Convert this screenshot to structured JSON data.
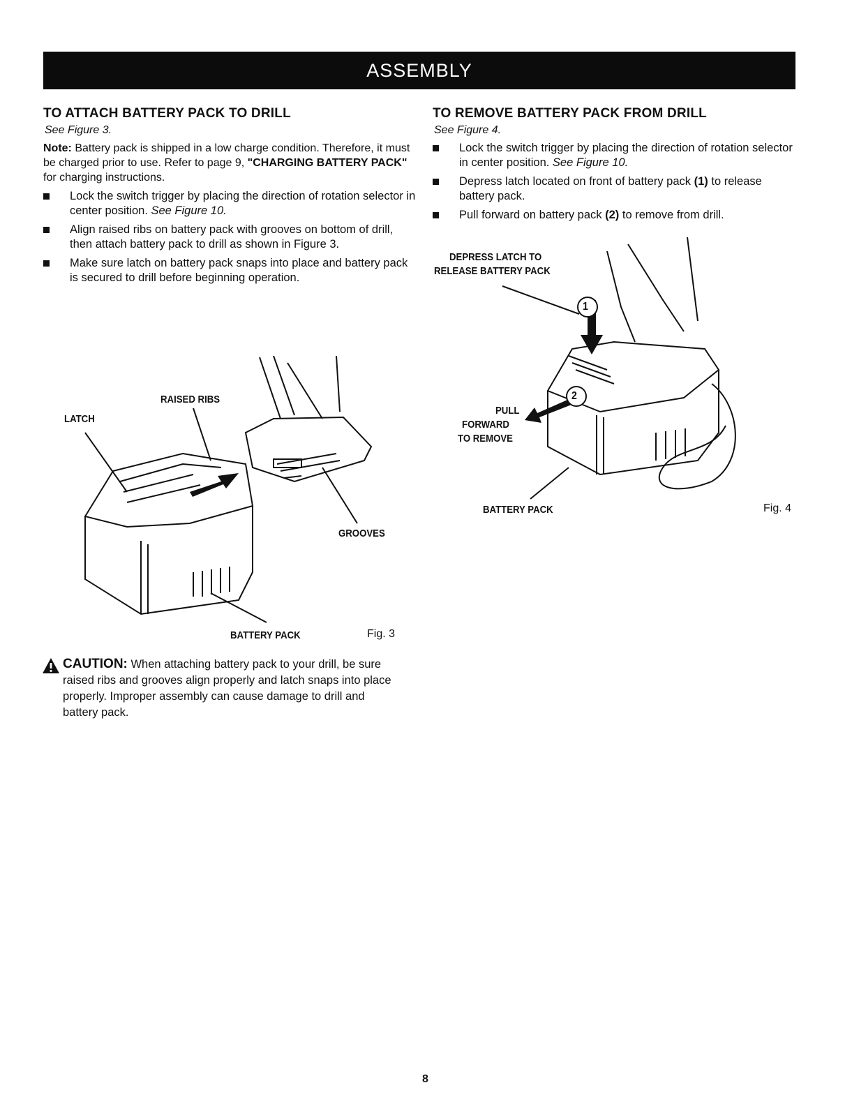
{
  "header": {
    "title": "ASSEMBLY"
  },
  "attach": {
    "heading": "TO ATTACH BATTERY PACK TO DRILL",
    "see": "See Figure 3.",
    "note_label": "Note:",
    "note_text": " Battery pack is shipped in a low charge condition. Therefore, it must be charged prior to use. Refer to page 9, ",
    "note_bold": "\"CHARGING BATTERY PACK\"",
    "note_tail": " for charging instructions.",
    "bullets": [
      {
        "text": "Lock the switch trigger by placing the direction of rotation selector in center position. ",
        "ref": "See Figure 10."
      },
      {
        "text": "Align raised ribs on battery pack with grooves on bottom of drill, then attach battery pack to drill as shown in Figure 3.",
        "ref": ""
      },
      {
        "text": "Make sure latch on battery pack snaps into place and battery pack is secured to drill before beginning operation.",
        "ref": ""
      }
    ]
  },
  "remove": {
    "heading": "TO REMOVE BATTERY PACK FROM DRILL",
    "see": "See Figure 4.",
    "bullets": [
      {
        "pre": "Lock the switch trigger by placing the direction of rotation selector in center position. ",
        "ref": "See Figure 10.",
        "num": "",
        "post": ""
      },
      {
        "pre": "Depress latch located on front of battery pack ",
        "ref": "",
        "num": "(1)",
        "post": " to release battery pack."
      },
      {
        "pre": "Pull forward on battery pack ",
        "ref": "",
        "num": "(2)",
        "post": " to remove from drill."
      }
    ]
  },
  "fig3": {
    "labels": {
      "latch": "LATCH",
      "raised_ribs": "RAISED RIBS",
      "grooves": "GROOVES",
      "battery_pack": "BATTERY PACK"
    },
    "number": "Fig. 3"
  },
  "fig4": {
    "labels": {
      "depress_1": "DEPRESS LATCH TO",
      "depress_2": "RELEASE BATTERY PACK",
      "pull_1": "PULL",
      "pull_2": "FORWARD",
      "pull_3": "TO REMOVE",
      "battery_pack": "BATTERY PACK",
      "callout_1": "1",
      "callout_2": "2"
    },
    "number": "Fig. 4"
  },
  "caution": {
    "word": "CAUTION:",
    "text": " When attaching battery pack to your drill, be sure raised ribs and grooves align properly and latch snaps into place properly. Improper assembly can cause damage to drill and battery pack."
  },
  "page_number": "8"
}
